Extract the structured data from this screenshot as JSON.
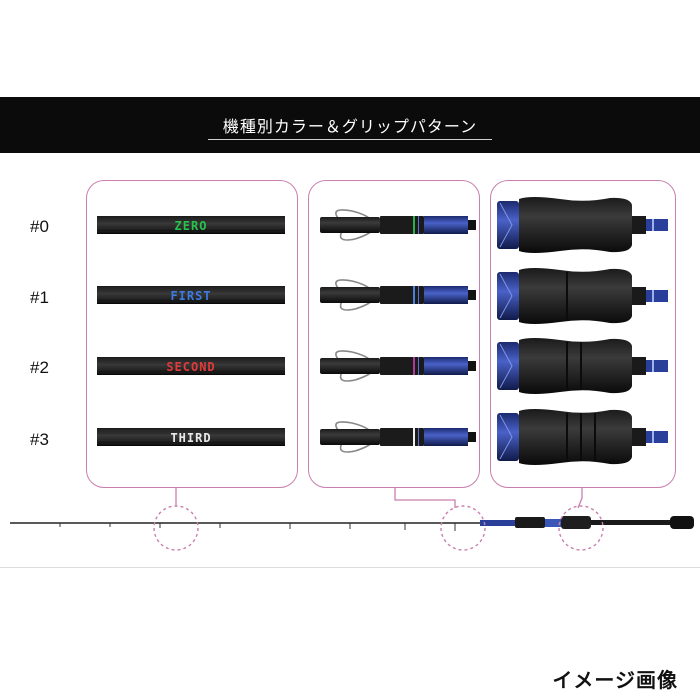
{
  "header": {
    "title": "機種別カラー＆グリップパターン"
  },
  "models": [
    {
      "label": "#0",
      "band_text": "ZERO",
      "band_color": "#27c24c",
      "thread_color": "#2bb14a"
    },
    {
      "label": "#1",
      "band_text": "FIRST",
      "band_color": "#3d7be0",
      "thread_color": "#4a7fe0"
    },
    {
      "label": "#2",
      "band_text": "SECOND",
      "band_color": "#e23a3a",
      "thread_color": "#b03a9a"
    },
    {
      "label": "#3",
      "band_text": "THIRD",
      "band_color": "#e8e8e8",
      "thread_color": "#f0f0f0"
    }
  ],
  "caption": "イメージ画像",
  "colors": {
    "banner": "#0b0b0b",
    "frame": "#c97fae",
    "blank_blue": "#2a3f9a"
  },
  "icons": [
    "rod-butt-grip",
    "reel-seat",
    "rod-blank-band"
  ]
}
